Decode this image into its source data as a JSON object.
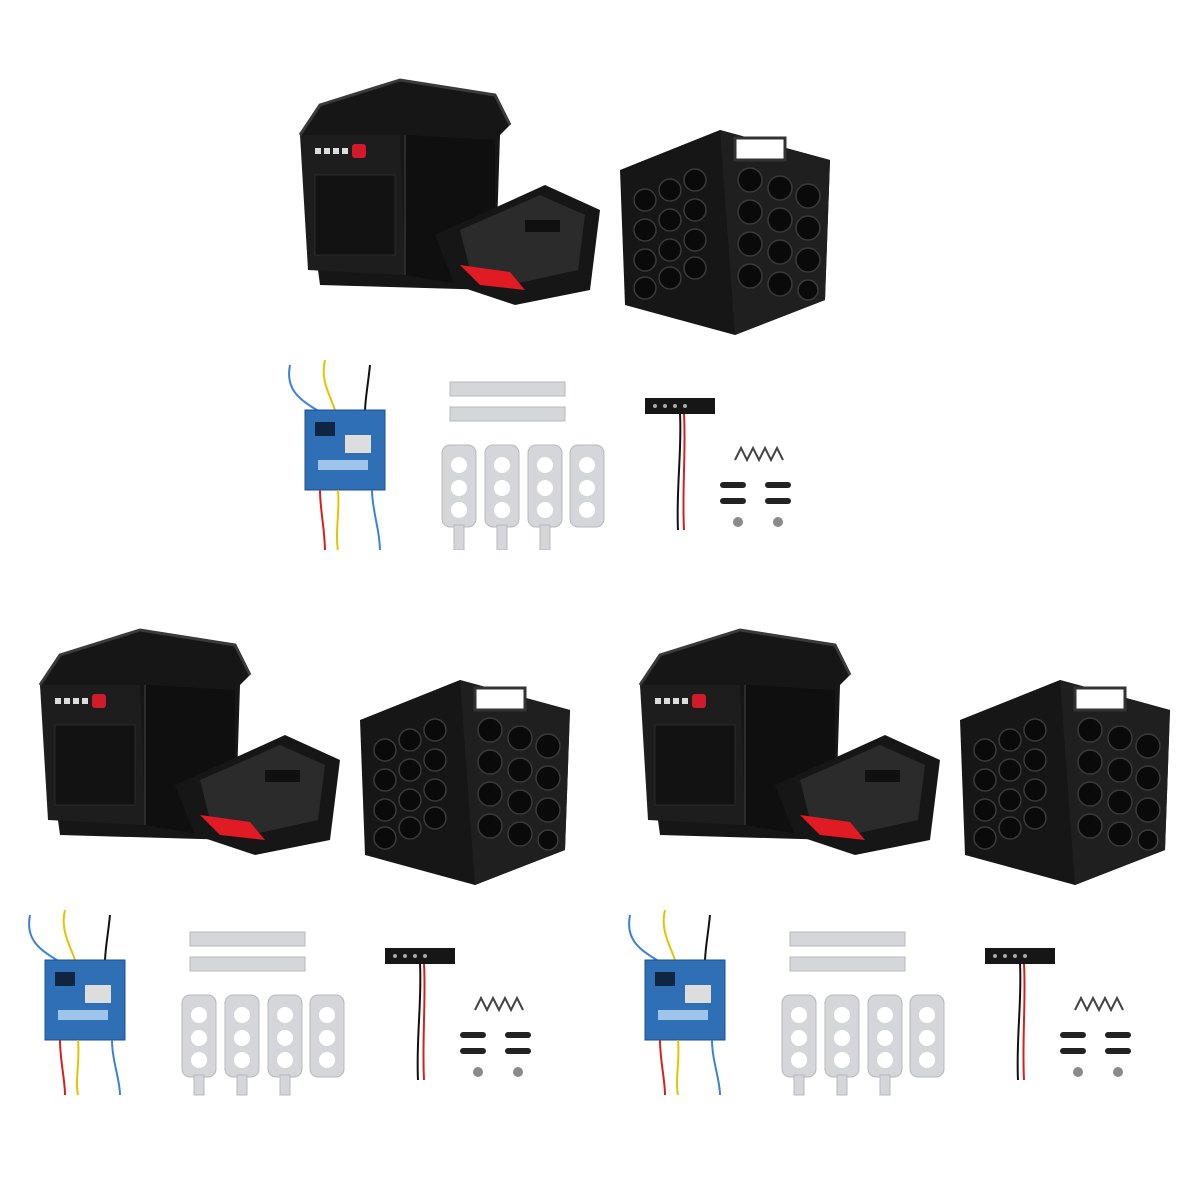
{
  "image": {
    "background": "#ffffff",
    "kit_count": 3,
    "kit_components": [
      "battery-case-shell",
      "battery-base-with-release-button",
      "cell-holder-bracket",
      "bms-protection-board",
      "nickel-strips",
      "nickel-cell-connectors",
      "led-indicator-board",
      "spring",
      "screws"
    ]
  },
  "colors": {
    "case_black": "#161616",
    "case_dark": "#232323",
    "case_edge": "#3a3a3a",
    "release_red": "#e01b24",
    "indicator_red": "#d11a2a",
    "pcb_blue": "#2f6fb5",
    "nickel": "#d4d6d9",
    "wire_blue": "#3b82d6",
    "wire_yellow": "#e6c300",
    "wire_red": "#d62020",
    "wire_black": "#111111"
  }
}
